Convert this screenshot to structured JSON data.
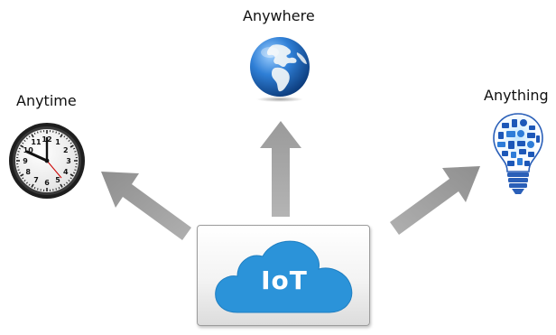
{
  "labels": {
    "anywhere": "Anywhere",
    "anytime": "Anytime",
    "anything": "Anything"
  },
  "center": {
    "text": "IoT"
  },
  "clock": {
    "numbers": [
      "12",
      "1",
      "2",
      "3",
      "4",
      "5",
      "6",
      "7",
      "8",
      "9",
      "10",
      "11"
    ]
  },
  "icons": {
    "clock": "clock-icon",
    "globe": "globe-icon",
    "bulb": "lightbulb-icon",
    "cloud": "cloud-icon"
  },
  "colors": {
    "arrow": "#8e8e8e",
    "cloud": "#2b93d9",
    "globe": "#1c66b8",
    "bulb": "#1d58b8"
  }
}
